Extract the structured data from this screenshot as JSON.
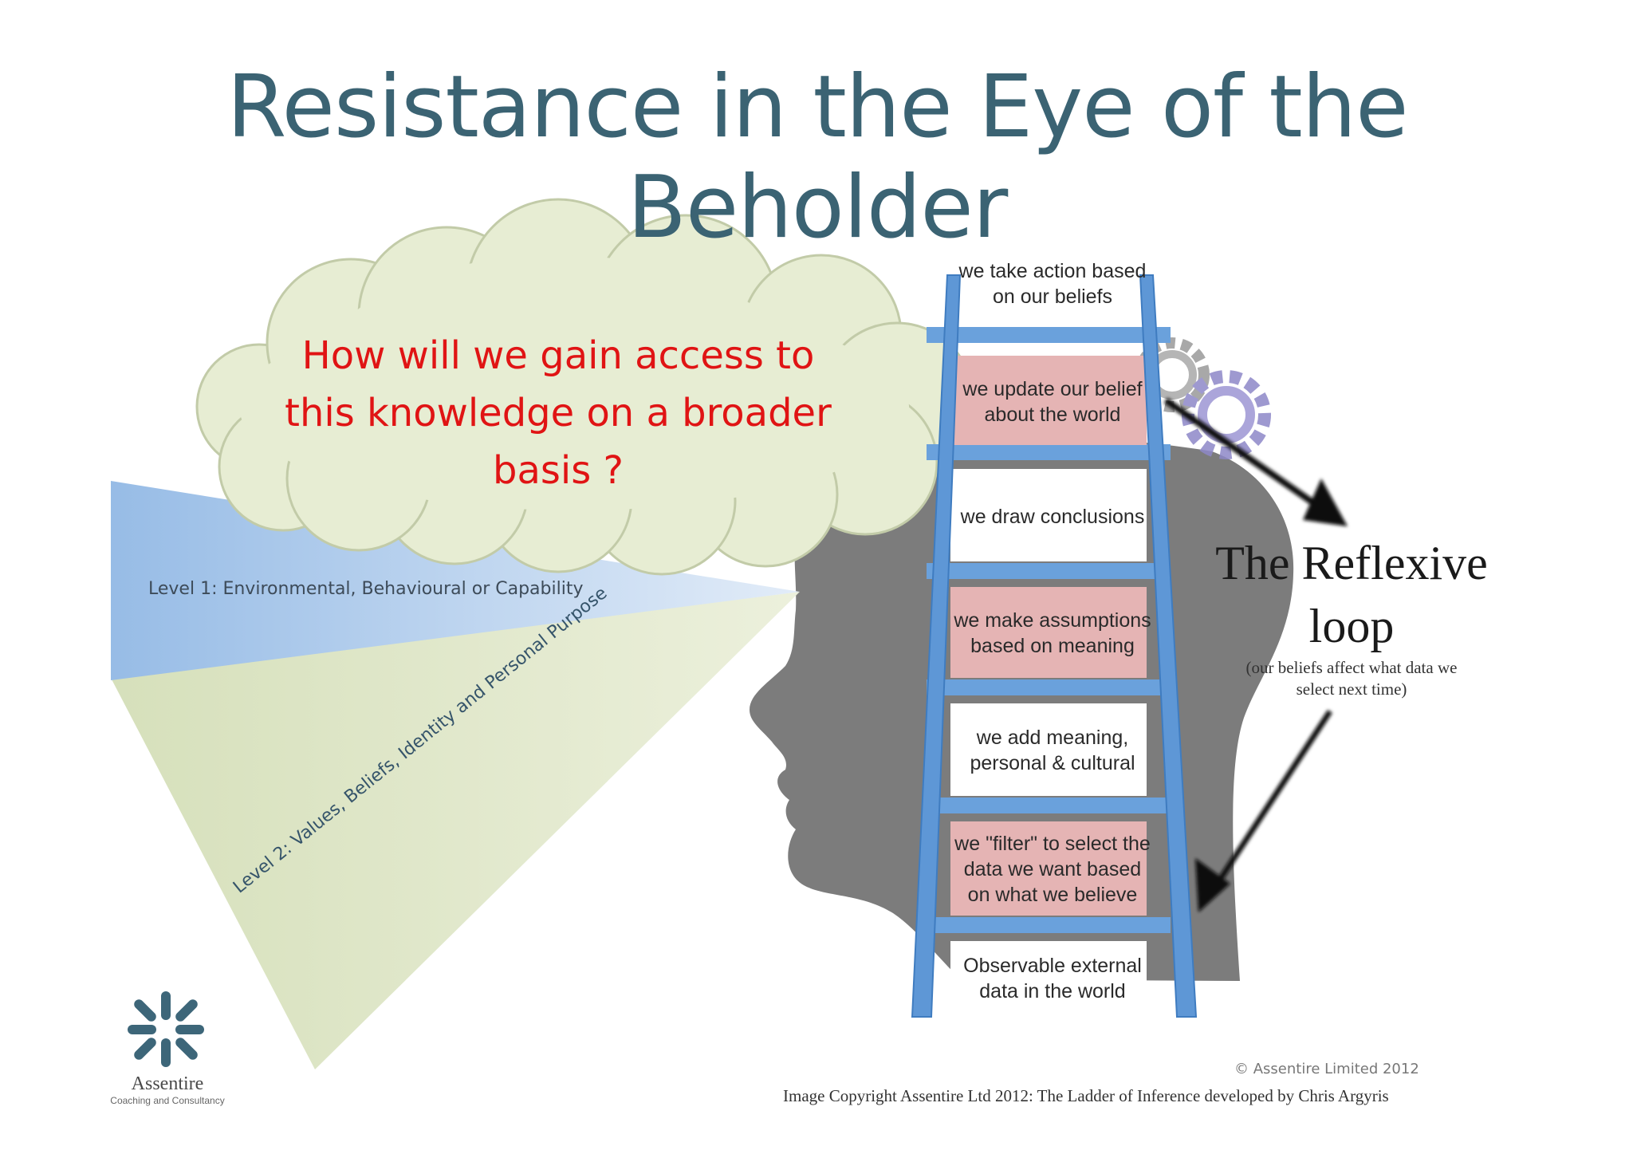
{
  "title": "Resistance in the Eye of the Beholder",
  "cloud": {
    "question": "How will we gain access to this knowledge on a broader basis ?"
  },
  "levels": {
    "level1": "Level 1: Environmental, Behavioural or Capability",
    "level2": "Level 2: Values, Beliefs, Identity and Personal Purpose"
  },
  "ladder": {
    "steps": [
      "we take action based on our beliefs",
      "we update our belief about the world",
      "we draw conclusions",
      "we make assumptions based on meaning",
      "we add meaning, personal & cultural",
      "we \"filter\" to select the data we want based on what we believe",
      "Observable external data in the world"
    ]
  },
  "reflexive": {
    "title_line1": "The Reflexive",
    "title_line2": "loop",
    "note": "(our beliefs affect what data we select next time)"
  },
  "logo": {
    "name": "Assentire",
    "tagline": "Coaching and Consultancy"
  },
  "copyright": {
    "line1": "© Assentire Limited 2012",
    "line2": "Image Copyright Assentire Ltd 2012:   The Ladder of Inference developed by Chris Argyris"
  },
  "colors": {
    "title": "#3b6373",
    "question": "#e01414",
    "ladder_rail": "#5e97d6",
    "step_highlight": "#e5b4b4",
    "cone_level1": "#a4c5ea",
    "cone_level2": "#dde6c6",
    "cloud_fill": "#e7edd3",
    "head": "#7c7c7c"
  },
  "icons": [
    "gear-icon",
    "reflexive-arrow-icon",
    "assentire-logo-icon"
  ]
}
